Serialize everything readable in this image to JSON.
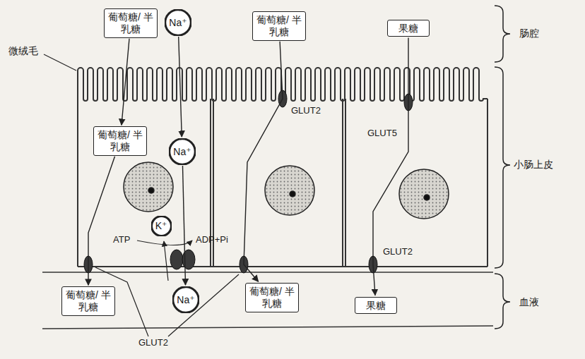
{
  "diagram": {
    "nodes": [
      {
        "text": [
          "葡萄糖/ 半乳糖"
        ]
      },
      {
        "text": [
          "Na⁺"
        ]
      },
      {
        "text": [
          "葡萄糖/ 半乳糖"
        ]
      },
      {
        "text": [
          "果糖"
        ]
      },
      {
        "text": [
          "葡萄糖/ 半乳糖"
        ]
      },
      {
        "text": [
          "Na⁺"
        ]
      },
      {
        "text": [
          "K⁺"
        ]
      },
      {
        "text": [
          "葡萄糖/ 半乳糖"
        ]
      },
      {
        "text": [
          "Na⁺"
        ]
      },
      {
        "text": [
          "葡萄糖/ 半乳糖"
        ]
      },
      {
        "text": [
          "果糖"
        ]
      }
    ],
    "edges": [
      {
        "from": 0,
        "to": 4,
        "arrow": "to"
      },
      {
        "from": 1,
        "to": 5,
        "arrow": "to"
      },
      {
        "from": 4,
        "to": 7,
        "arrow": "to"
      },
      {
        "from": 5,
        "to": 8,
        "arrow": "to"
      },
      {
        "from": 2,
        "to": 9,
        "arrow": "to"
      },
      {
        "from": 3,
        "to": 10,
        "arrow": "to"
      }
    ],
    "labels": [
      "微绒毛",
      "ATP",
      "ADP+Pi",
      "GLUT2",
      "GLUT5",
      "GLUT2",
      "GLUT2",
      "肠腔",
      "小肠上皮",
      "血液"
    ]
  }
}
